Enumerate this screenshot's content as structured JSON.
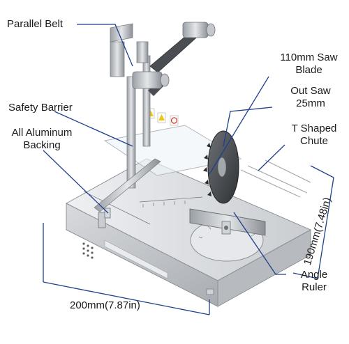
{
  "callouts": {
    "parallel_belt": "Parallel Belt",
    "saw_blade": "110mm Saw Blade",
    "saw_blade_line1": "110mm Saw",
    "saw_blade_line2": "Blade",
    "safety_barrier": "Safety Barrier",
    "out_saw_line1": "Out Saw",
    "out_saw_line2": "25mm",
    "backing_line1": "All Aluminum",
    "backing_line2": "Backing",
    "chute_line1": "T Shaped",
    "chute_line2": "Chute",
    "angle_line1": "Angle",
    "angle_line2": "Ruler"
  },
  "dimensions": {
    "width": "200mm(7.87in)",
    "depth": "190mm(7.48in)"
  },
  "colors": {
    "leader_line": "#1f3f8c",
    "label_text": "#1a1a1a"
  }
}
